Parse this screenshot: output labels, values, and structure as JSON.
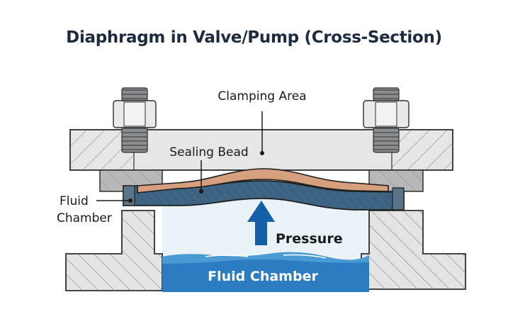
{
  "title": "Diaphragm in Valve/Pump (Cross-Section)",
  "labels": {
    "clamping_area": "Clamping Area",
    "sealing_bead": "Sealing Bead",
    "fluid_chamber_side_line1": "Fluid",
    "fluid_chamber_side_line2": "Chamber",
    "pressure": "Pressure",
    "fluid_chamber_bottom": "Fluid Chamber"
  },
  "colors": {
    "title": "#1c2b3f",
    "housing_fill": "#e4e4e4",
    "clamp_ring_fill": "#b9b9bb",
    "diaphragm_blue": "#3e6584",
    "sealing_bead_tan": "#d6a07e",
    "fluid_blue": "#2b7cc0",
    "chamber_fill": "#e8f2f7",
    "arrow_blue": "#145fa8"
  }
}
